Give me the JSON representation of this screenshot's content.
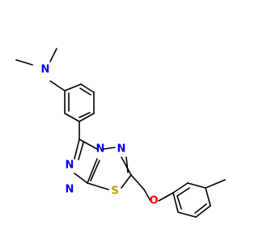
{
  "molecule": {
    "atoms": [
      {
        "id": "N_dimethyl",
        "label": "N",
        "color": "#0000FF"
      },
      {
        "id": "N_ring1",
        "label": "N",
        "color": "#0000FF"
      },
      {
        "id": "N_ring2",
        "label": "N",
        "color": "#0000FF"
      },
      {
        "id": "N_ring3",
        "label": "N",
        "color": "#0000FF"
      },
      {
        "id": "N_ring4",
        "label": "N",
        "color": "#0000FF"
      },
      {
        "id": "S_ring",
        "label": "S",
        "color": "#B8A000"
      },
      {
        "id": "O_ether",
        "label": "O",
        "color": "#FF0000"
      }
    ],
    "bond_color": "#000000",
    "background": "#FFFFFF"
  }
}
